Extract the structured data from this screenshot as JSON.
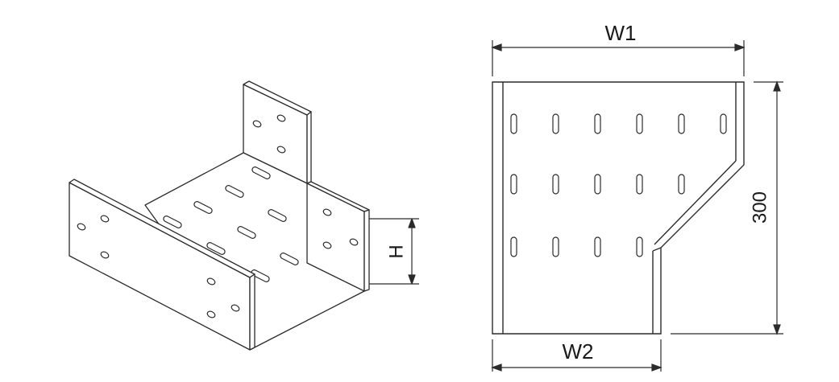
{
  "colors": {
    "line": "#2b2b2b",
    "light_line": "#9a9a9a",
    "fill": "#ffffff"
  },
  "left_view": {
    "dimension_label": "H"
  },
  "right_view": {
    "dimension_top": "W1",
    "dimension_bottom": "W2",
    "dimension_right": "300"
  }
}
